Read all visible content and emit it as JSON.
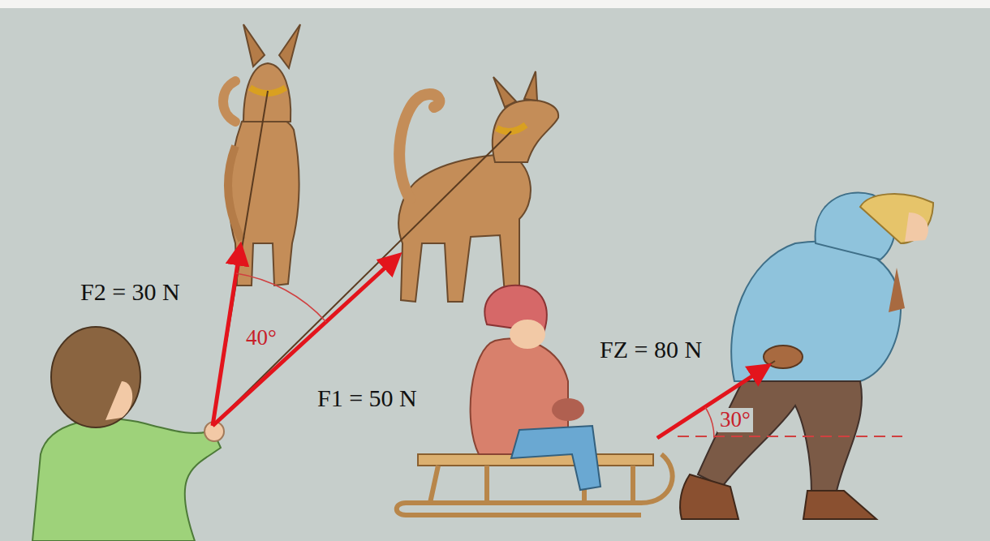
{
  "diagram": {
    "labels": [
      "F2 = 30 N",
      "40°",
      "F1 = 50 N",
      "FZ = 80 N",
      "30°"
    ]
  }
}
